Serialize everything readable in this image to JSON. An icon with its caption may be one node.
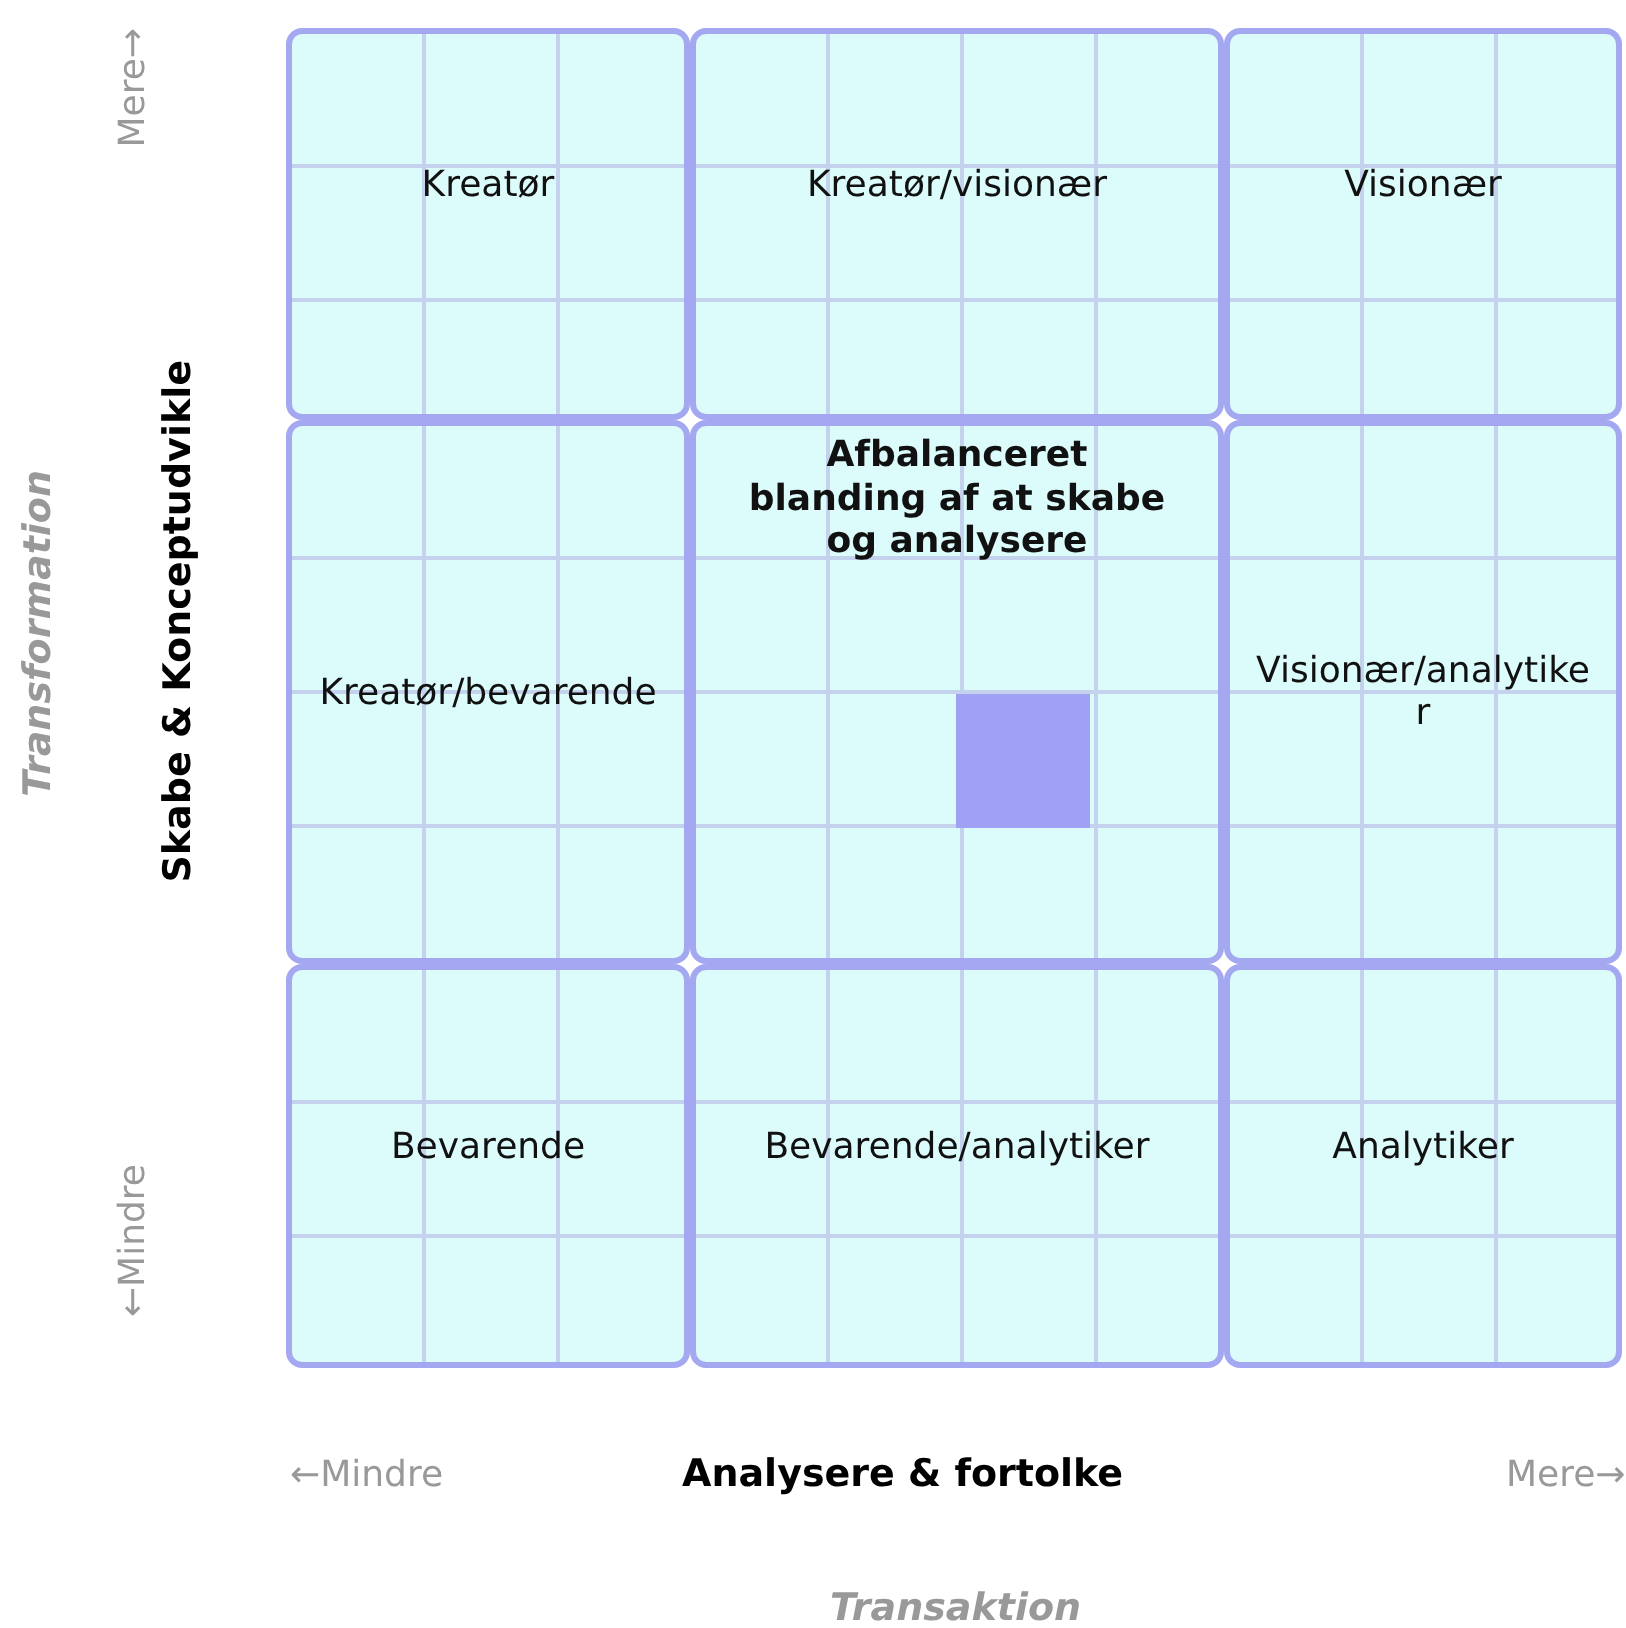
{
  "diagram": {
    "nodes": [
      {
        "text": [
          "Kreatør"
        ]
      },
      {
        "text": [
          "Kreatør/visionær"
        ]
      },
      {
        "text": [
          "Visionær"
        ]
      },
      {
        "text": [
          "Kreatør/bevarende"
        ]
      },
      {
        "text": [
          "Afbalanceret blanding af at skabe og analysere"
        ]
      },
      {
        "text": [
          "Visionær/analytiker"
        ]
      },
      {
        "text": [
          "Bevarende"
        ]
      },
      {
        "text": [
          "Bevarende/analytiker"
        ]
      },
      {
        "text": [
          "Analytiker"
        ]
      }
    ],
    "labels": [
      "Transformation",
      "Mere→",
      "Skabe & Konceptudvikle",
      "←Mindre",
      "←Mindre",
      "Analysere & fortolke",
      "Mere→",
      "Transaktion"
    ]
  }
}
